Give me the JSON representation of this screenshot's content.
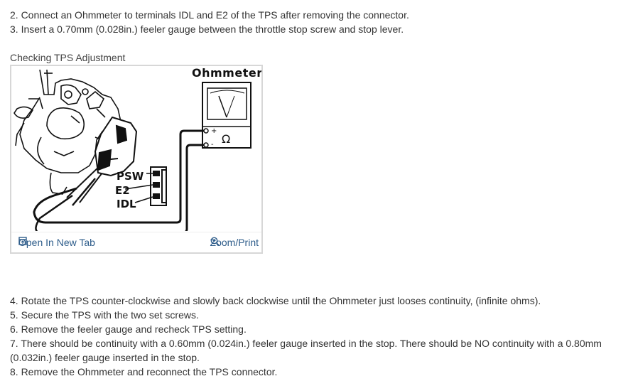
{
  "steps_top": [
    "2. Connect an Ohmmeter to terminals IDL and E2 of the TPS after removing the connector.",
    "3. Insert a 0.70mm (0.028in.) feeler gauge between the throttle stop screw and stop lever."
  ],
  "figure": {
    "caption": "Checking TPS Adjustment",
    "meter_label": "Ohmmeter",
    "omega_symbol": "Ω",
    "terminals": [
      "PSW",
      "E2",
      "IDL"
    ],
    "open_tab_label": "Open In New Tab",
    "zoom_label": "Zoom/Print",
    "link_color": "#2d5c8a"
  },
  "steps_bottom": [
    "4. Rotate the TPS counter-clockwise and slowly back clockwise until the Ohmmeter just looses continuity, (infinite ohms).",
    "5. Secure the TPS with the two set screws.",
    "6. Remove the feeler gauge and recheck TPS setting.",
    "7. There should be continuity with a 0.60mm (0.024in.) feeler gauge inserted in the stop. There should be NO continuity with a 0.80mm (0.032in.) feeler gauge inserted in the stop.",
    "8. Remove the Ohmmeter and reconnect the TPS connector."
  ]
}
